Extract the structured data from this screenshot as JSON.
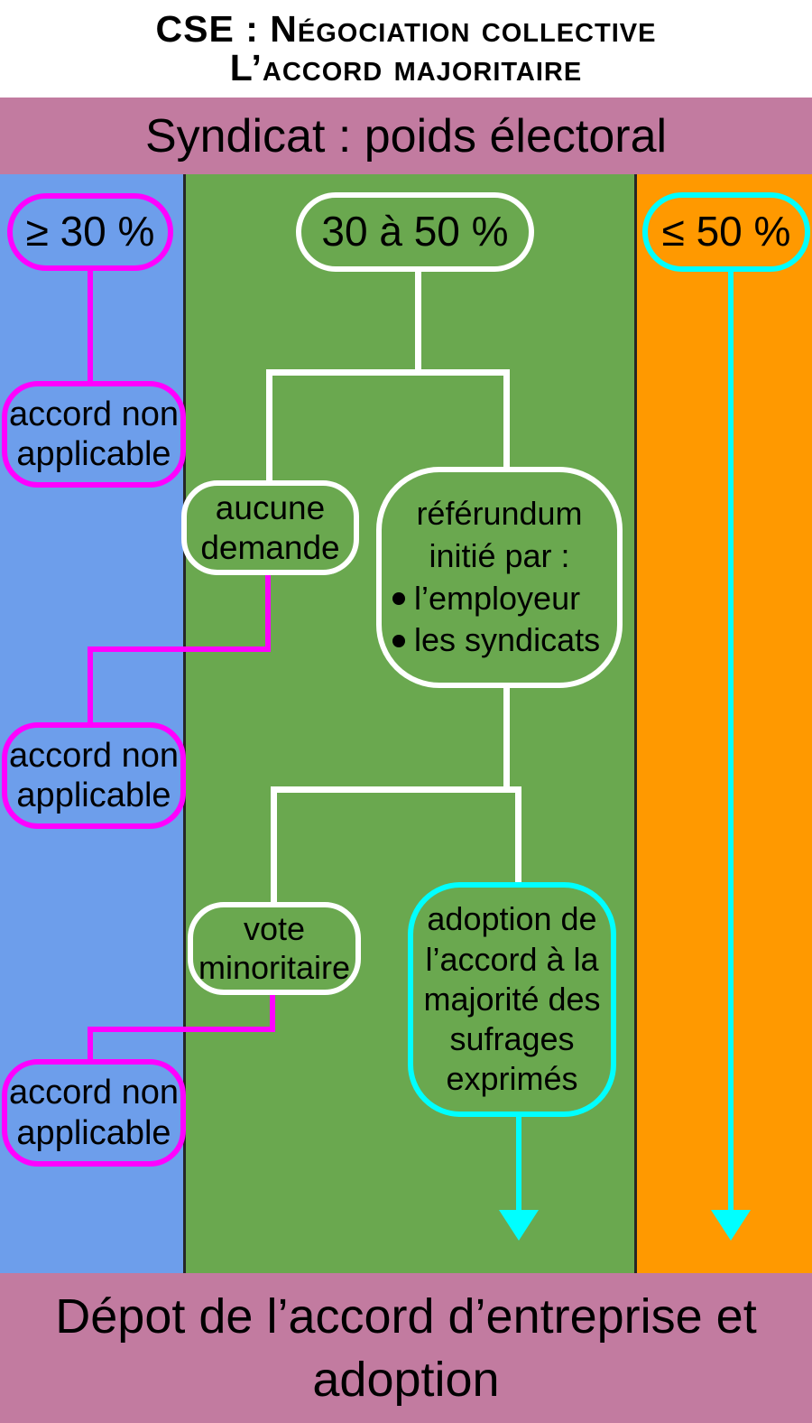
{
  "title": {
    "line1": "CSE : Négociation collective",
    "line2": "L’accord majoritaire"
  },
  "bands": {
    "top": "Syndicat : poids électoral",
    "bottom_line1": "Dépot de l’accord d’entreprise et",
    "bottom_line2": "adoption"
  },
  "nodes": {
    "left_threshold": {
      "label": "≥ 30 %"
    },
    "mid_threshold": {
      "label": "30 à 50 %"
    },
    "right_threshold": {
      "label": "≤ 50 %"
    },
    "accord_non_applicable_1": {
      "line1": "accord non",
      "line2": "applicable"
    },
    "accord_non_applicable_2": {
      "line1": "accord non",
      "line2": "applicable"
    },
    "accord_non_applicable_3": {
      "line1": "accord non",
      "line2": "applicable"
    },
    "aucune_demande": {
      "line1": "aucune",
      "line2": "demande"
    },
    "referendum": {
      "line1": "référundum",
      "line2": "initié par :",
      "bullet1": "l’employeur",
      "bullet2": "les syndicats"
    },
    "vote_minoritaire": {
      "line1": "vote",
      "line2": "minoritaire"
    },
    "adoption": {
      "line1": "adoption de",
      "line2": "l’accord à la",
      "line3": "majorité des",
      "line4": "sufrages",
      "line5": "exprimés"
    }
  },
  "colors": {
    "background_white": "#ffffff",
    "band_mauve": "#c27ba0",
    "column_blue": "#6d9eeb",
    "column_green": "#6aa84f",
    "column_orange": "#ff9900",
    "outline_magenta": "#ff00ff",
    "outline_cyan": "#00ffff",
    "outline_white": "#ffffff",
    "divider": "#262626",
    "text_black": "#000000"
  }
}
